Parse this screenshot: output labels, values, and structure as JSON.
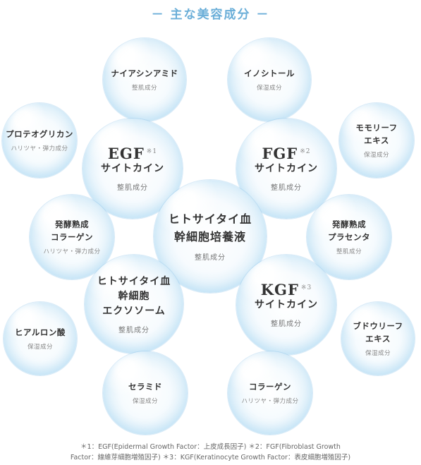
{
  "title": "－ 主な美容成分 －",
  "ingredients": {
    "niacinamide": {
      "name": "ナイアシンアミド",
      "effect": "整肌成分"
    },
    "inositol": {
      "name": "イノシトール",
      "effect": "保湿成分"
    },
    "proteoglycan": {
      "name": "プロテオグリカン",
      "effect": "ハリツヤ・弾力成分"
    },
    "chamomile": {
      "name1": "モモリーフ",
      "name2": "エキス",
      "effect": "保湿成分"
    },
    "egf": {
      "abbr": "EGF",
      "mark": "※1",
      "name": "サイトカイン",
      "effect": "整肌成分"
    },
    "fgf": {
      "abbr": "FGF",
      "mark": "※2",
      "name": "サイトカイン",
      "effect": "整肌成分"
    },
    "center": {
      "name1": "ヒトサイタイ血",
      "name2": "幹細胞培養液",
      "effect": "整肌成分"
    },
    "fermented_collagen": {
      "name1": "発酵熟成",
      "name2": "コラーゲン",
      "effect": "ハリツヤ・弾力成分"
    },
    "fermented_placenta": {
      "name1": "発酵熟成",
      "name2": "プラセンタ",
      "effect": "整肌成分"
    },
    "exosome": {
      "name1": "ヒトサイタイ血",
      "name2": "幹細胞",
      "name3": "エクソソーム",
      "effect": "整肌成分"
    },
    "kgf": {
      "abbr": "KGF",
      "mark": "※3",
      "name": "サイトカイン",
      "effect": "整肌成分"
    },
    "hyaluronic": {
      "name": "ヒアルロン酸",
      "effect": "保湿成分"
    },
    "grape": {
      "name1": "ブドウリーフ",
      "name2": "エキス",
      "effect": "保湿成分"
    },
    "ceramide": {
      "name": "セラミド",
      "effect": "保湿成分"
    },
    "collagen": {
      "name": "コラーゲン",
      "effect": "ハリツヤ・弾力成分"
    }
  },
  "footnote": {
    "line1": "＊1：EGF(Epidermal Growth Factor：上皮成長因子) ＊2：FGF(Fibroblast Growth",
    "line2": "Factor：線維芽細胞増殖因子) ＊3：KGF(Keratinocyte Growth Factor：表皮細胞増殖因子)"
  },
  "colors": {
    "accent": "#6aaed8",
    "bubble_edge": "#8cc4e9"
  }
}
